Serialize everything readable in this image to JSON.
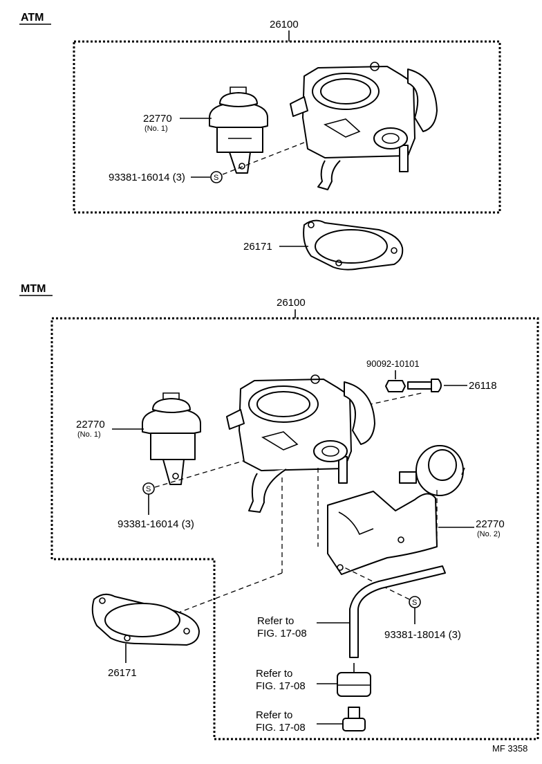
{
  "atm_section": {
    "heading": "ATM",
    "assembly_code": "26100",
    "actuator": {
      "code": "22770",
      "sub": "(No. 1)"
    },
    "screw": {
      "code": "93381-16014 (3)",
      "symbol": "S"
    },
    "gasket": {
      "code": "26171"
    }
  },
  "mtm_section": {
    "heading": "MTM",
    "assembly_code": "26100",
    "nut_code": "90092-10101",
    "bolt_code": "26118",
    "actuator_1": {
      "code": "22770",
      "sub": "(No. 1)"
    },
    "screw_1": {
      "code": "93381-16014 (3)",
      "symbol": "S"
    },
    "actuator_2": {
      "code": "22770",
      "sub": "(No. 2)"
    },
    "screw_2": {
      "code": "93381-18014 (3)",
      "symbol": "S"
    },
    "gasket": {
      "code": "26171"
    },
    "refs": [
      {
        "line1": "Refer to",
        "line2": "FIG. 17-08"
      },
      {
        "line1": "Refer to",
        "line2": "FIG. 17-08"
      },
      {
        "line1": "Refer to",
        "line2": "FIG. 17-08"
      }
    ]
  },
  "footer": {
    "figure_id": "MF 3358"
  }
}
